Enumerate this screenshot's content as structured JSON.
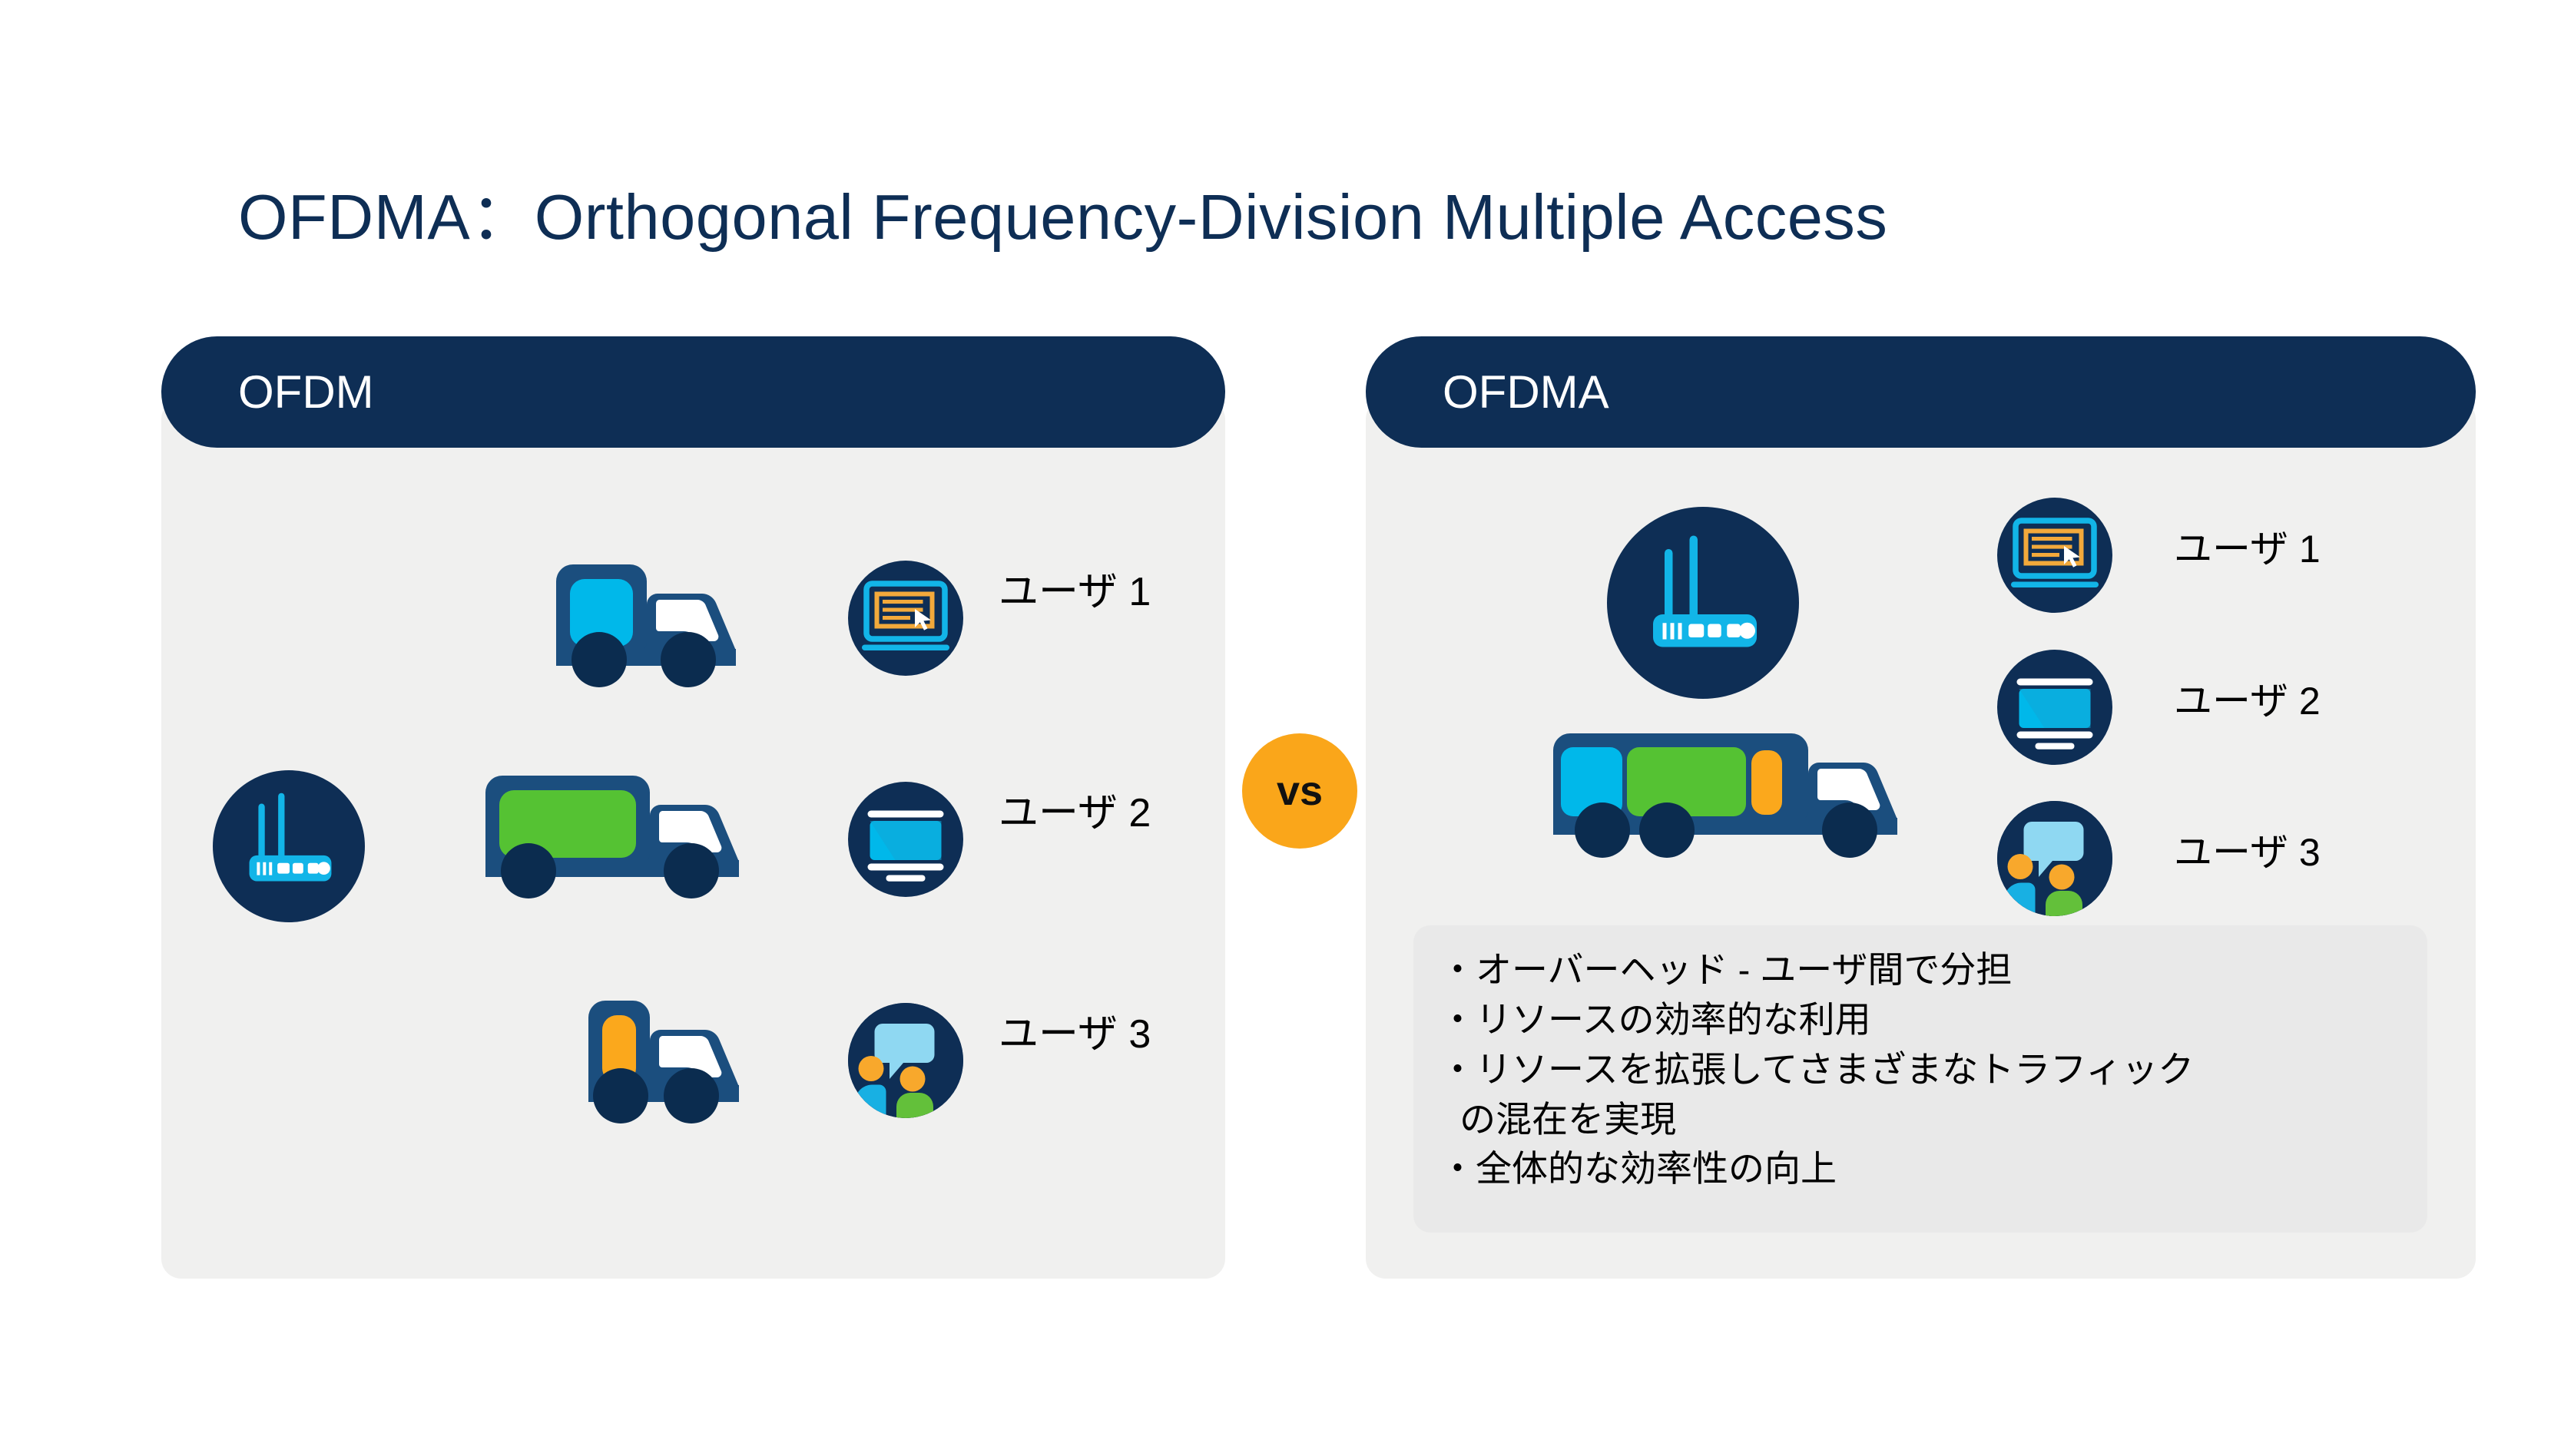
{
  "slide": {
    "title": "OFDMA：Orthogonal Frequency-Division Multiple Access",
    "vs_label": "vs",
    "background": "#ffffff"
  },
  "colors": {
    "navy": "#0e2e55",
    "panel_bg": "#f0f0ef",
    "bullets_bg": "#e9e9e9",
    "cyan": "#00b4e6",
    "green": "#55c233",
    "orange": "#fba81c",
    "vs_orange": "#faa61a",
    "truck_body": "#1b4e7e",
    "title_color": "#0e2e55",
    "text_color": "#000000"
  },
  "left_panel": {
    "header": "OFDM",
    "router": {
      "icon": "wifi-router-icon"
    },
    "trucks": [
      {
        "cargo_color": "#00b4e6",
        "cargo": "cyan",
        "size": "small"
      },
      {
        "cargo_color": "#55c233",
        "cargo": "green",
        "size": "large"
      },
      {
        "cargo_color": "#fba81c",
        "cargo": "orange",
        "size": "narrow"
      }
    ],
    "users": [
      {
        "label": "ユーザ 1",
        "icon": "laptop-icon"
      },
      {
        "label": "ユーザ 2",
        "icon": "monitor-icon"
      },
      {
        "label": "ユーザ 3",
        "icon": "people-chat-icon"
      }
    ]
  },
  "right_panel": {
    "header": "OFDMA",
    "router": {
      "icon": "wifi-router-icon"
    },
    "truck": {
      "segments": [
        "#00b4e6",
        "#55c233",
        "#fba81c"
      ],
      "wheels": 3
    },
    "users": [
      {
        "label": "ユーザ 1",
        "icon": "laptop-icon"
      },
      {
        "label": "ユーザ 2",
        "icon": "monitor-icon"
      },
      {
        "label": "ユーザ 3",
        "icon": "people-chat-icon"
      }
    ],
    "bullets": [
      "・オーバーヘッド - ユーザ間で分担",
      "・リソースの効率的な利用",
      "・リソースを拡張してさまざまなトラフィック\n  の混在を実現",
      "・全体的な効率性の向上"
    ]
  }
}
